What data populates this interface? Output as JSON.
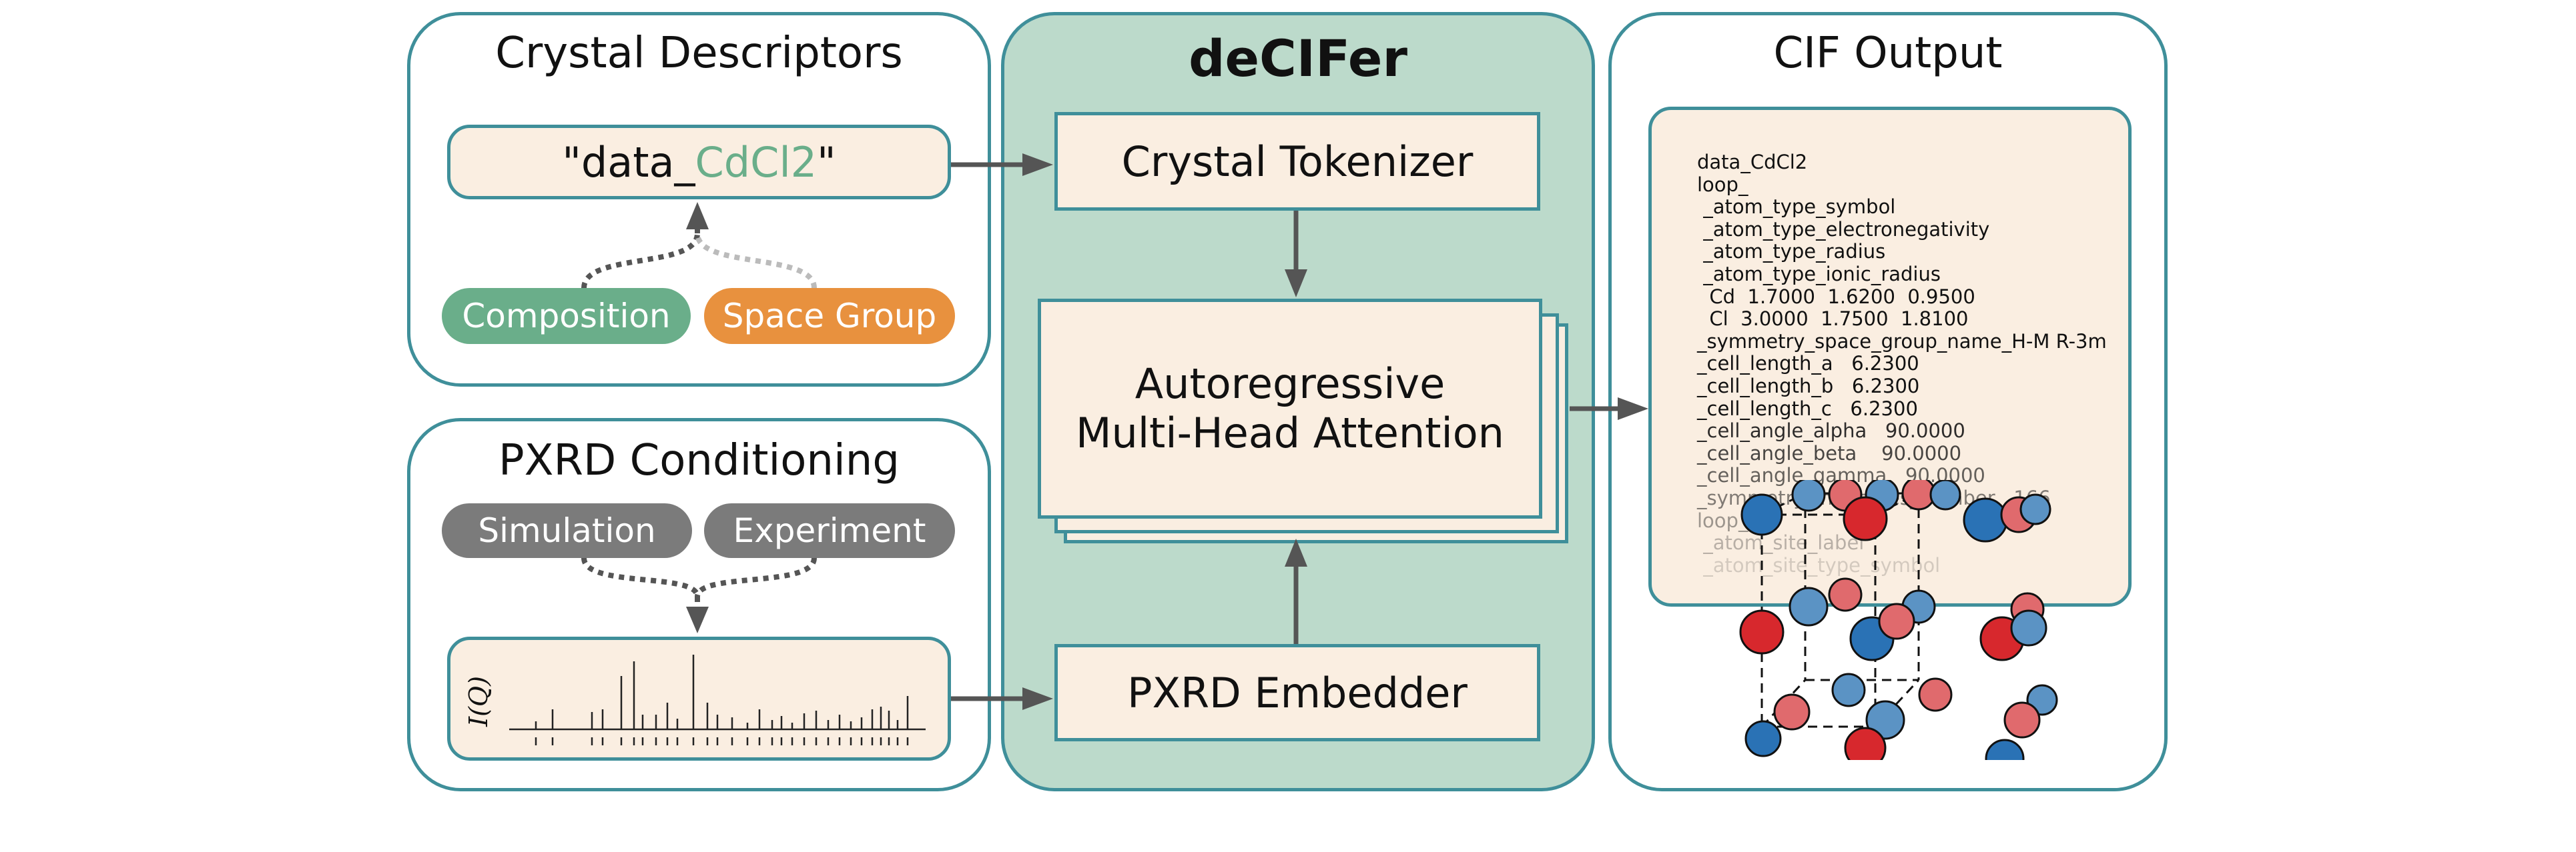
{
  "colors": {
    "panel_border": "#3f8f9a",
    "decifer_bg": "#bcdacb",
    "cream_box": "#faeee1",
    "composition": "#6aae8a",
    "space_group": "#e8913e",
    "conditioning_pill": "#7b7b7b",
    "formula_accent": "#6aae8a",
    "atom_red": "#d7282d",
    "atom_blue": "#2a72b5"
  },
  "descriptors": {
    "title": "Crystal Descriptors",
    "prefix": "\"data_",
    "formula": "CdCl2",
    "suffix": "\"",
    "composition_label": "Composition",
    "space_group_label": "Space Group"
  },
  "conditioning": {
    "title": "PXRD Conditioning",
    "simulation_label": "Simulation",
    "experiment_label": "Experiment",
    "axis_label": "I(Q)"
  },
  "decifer": {
    "title": "deCIFer",
    "tokenizer_label": "Crystal Tokenizer",
    "attention_line1": "Autoregressive",
    "attention_line2": "Multi-Head Attention",
    "embedder_label": "PXRD Embedder"
  },
  "output": {
    "title": "CIF Output",
    "lines": [
      "data_CdCl2",
      "loop_",
      " _atom_type_symbol",
      " _atom_type_electronegativity",
      " _atom_type_radius",
      " _atom_type_ionic_radius",
      "  Cd  1.7000  1.6200  0.9500",
      "  Cl  3.0000  1.7500  1.8100",
      "_symmetry_space_group_name_H-M R-3m",
      "_cell_length_a   6.2300",
      "_cell_length_b   6.2300",
      "_cell_length_c   6.2300",
      "_cell_angle_alpha   90.0000",
      "_cell_angle_beta    90.0000",
      "_cell_angle_gamma   90.0000",
      "_symmetry_Int_Tables_number   166",
      "loop_",
      " _atom_site_label",
      " _atom_site_type_symbol"
    ]
  }
}
